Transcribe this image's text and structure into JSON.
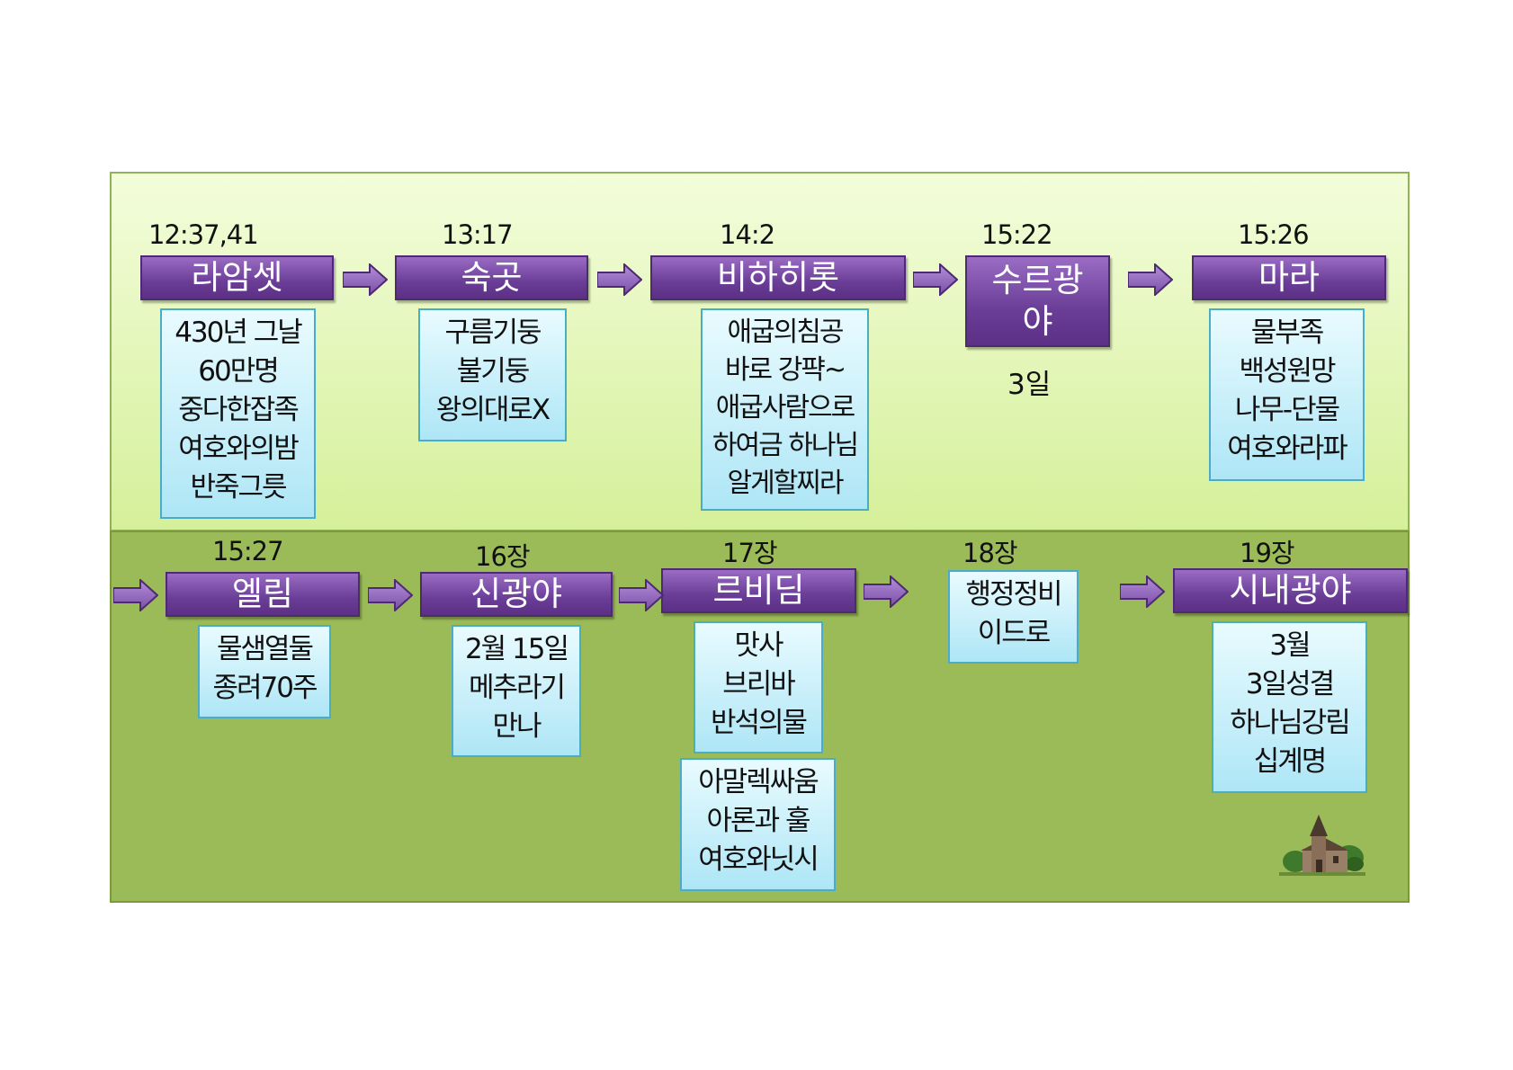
{
  "stations": [
    {
      "id": "raamses",
      "ref": "12:37,41",
      "name": "라암셋",
      "notes": [
        "430년 그날",
        "60만명",
        "중다한잡족",
        "여호와의밤",
        "반죽그릇"
      ]
    },
    {
      "id": "sukkot",
      "ref": "13:17",
      "name": "숙곳",
      "notes": [
        "구름기둥",
        "불기둥",
        "왕의대로X"
      ]
    },
    {
      "id": "pihahiroth",
      "ref": "14:2",
      "name": "비하히롯",
      "notes": [
        "애굽의침공",
        "바로 강퍅~",
        "애굽사람으로",
        "하여금 하나님",
        "알게할찌라"
      ]
    },
    {
      "id": "shur",
      "ref": "15:22",
      "name_lines": [
        "수르광",
        "야"
      ],
      "extra": "3일"
    },
    {
      "id": "marah",
      "ref": "15:26",
      "name": "마라",
      "notes": [
        "물부족",
        "백성원망",
        "나무-단물",
        "여호와라파"
      ]
    },
    {
      "id": "elim",
      "ref": "15:27",
      "name": "엘림",
      "notes": [
        "물샘열둘",
        "종려70주"
      ]
    },
    {
      "id": "sin",
      "ref": "16장",
      "name": "신광야",
      "notes": [
        "2월 15일",
        "메추라기",
        "만나"
      ]
    },
    {
      "id": "rephidim",
      "ref": "17장",
      "name": "르비딤",
      "notes": [
        "맛사",
        "브리바",
        "반석의물"
      ],
      "notes2": [
        "아말렉싸움",
        "아론과 훌",
        "여호와닛시"
      ]
    },
    {
      "id": "ch18",
      "ref": "18장",
      "notes": [
        "행정정비",
        "이드로"
      ]
    },
    {
      "id": "sinai",
      "ref": "19장",
      "name": "시내광야",
      "notes": [
        "3월",
        "3일성결",
        "하나님강림",
        "십계명"
      ]
    }
  ]
}
